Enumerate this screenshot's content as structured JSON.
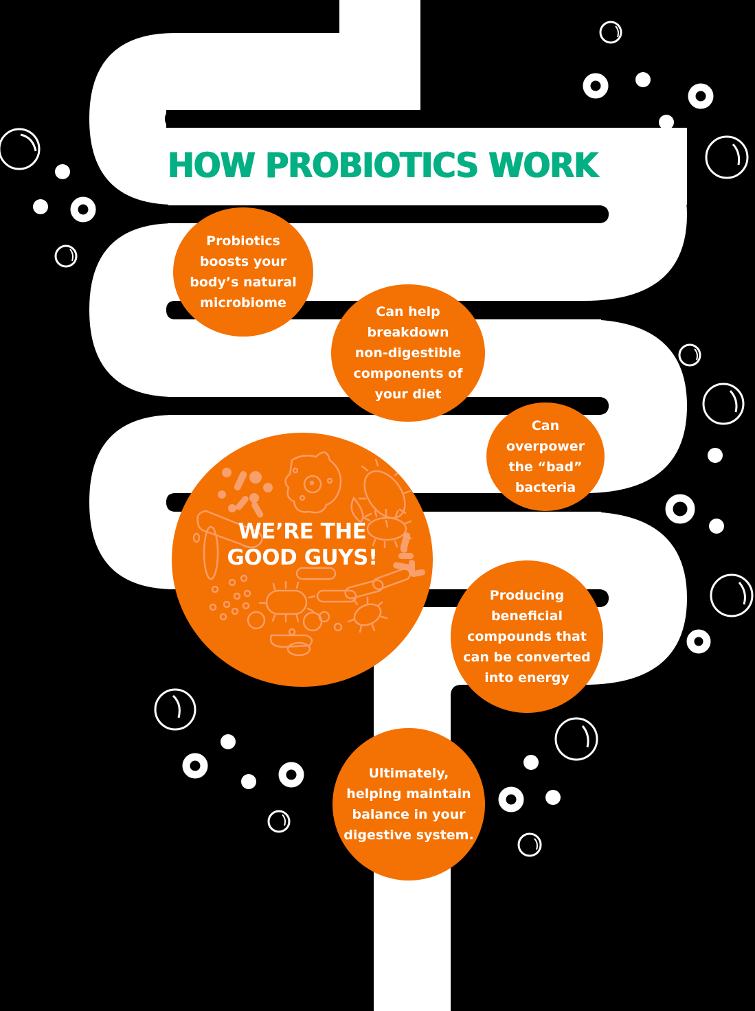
{
  "title": "HOW PROBIOTICS WORK",
  "colors": {
    "background": "#000000",
    "intestine": "#ffffff",
    "title_green": "#04b083",
    "card_orange": "#f47104",
    "doodle_peach": "#f9a679",
    "text": "#ffffff"
  },
  "center_badge": {
    "text": "WE’RE THE\nGOOD GUYS!",
    "icon": "bacteria-doodles-icon"
  },
  "benefits": [
    {
      "text": "Probiotics\nboosts your\nbody’s natural\nmicrobiome"
    },
    {
      "text": "Can help\nbreakdown\nnon-digestible\ncomponents of\nyour diet"
    },
    {
      "text": "Can\noverpower\nthe “bad”\nbacteria"
    },
    {
      "text": "Producing\nbeneficial\ncompounds that\ncan be converted\ninto energy"
    },
    {
      "text": "Ultimately,\nhelping maintain\nbalance in your\ndigestive system."
    }
  ],
  "decorations": {
    "intestine_icon": "intestine-path-icon",
    "bubble_icon": "bubble-icon"
  }
}
